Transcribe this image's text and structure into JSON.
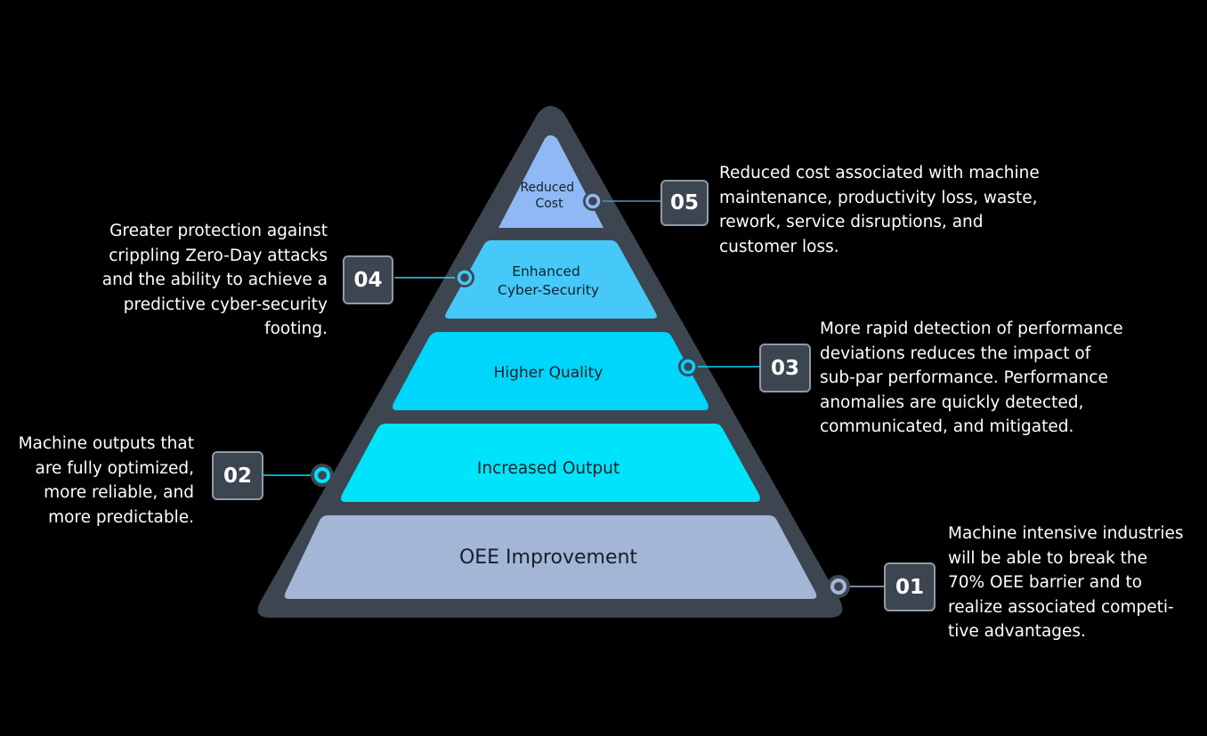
{
  "pyramid": {
    "frame_color": "#3d4650",
    "layers": [
      {
        "number": "05",
        "label_lines": [
          "Reduced",
          "Cost"
        ],
        "color": "#8fb8f5",
        "description": "Reduced cost associated with machine\nmaintenance, productivity loss, waste,\nrework, service disruptions, and\ncustomer loss."
      },
      {
        "number": "04",
        "label_lines": [
          "Enhanced",
          "Cyber-Security"
        ],
        "color": "#46c8f9",
        "description": "Greater protection against\ncrippling Zero-Day attacks\nand the ability to achieve a\npredictive cyber-security\nfooting."
      },
      {
        "number": "03",
        "label_lines": [
          "Higher Quality"
        ],
        "color": "#00d5fb",
        "description": "More rapid detection of performance\ndeviations reduces the impact of\nsub-par performance. Performance\nanomalies are quickly detected,\ncommunicated, and mitigated."
      },
      {
        "number": "02",
        "label_lines": [
          "Increased Output"
        ],
        "color": "#00e4fb",
        "description": "Machine outputs that\nare fully optimized,\nmore reliable, and\nmore predictable."
      },
      {
        "number": "01",
        "label_lines": [
          "OEE Improvement"
        ],
        "color": "#a3b6d6",
        "description": "Machine intensive industries\nwill be able to break the\n70% OEE barrier and to\nrealize associated competi-\ntive advantages."
      }
    ]
  }
}
